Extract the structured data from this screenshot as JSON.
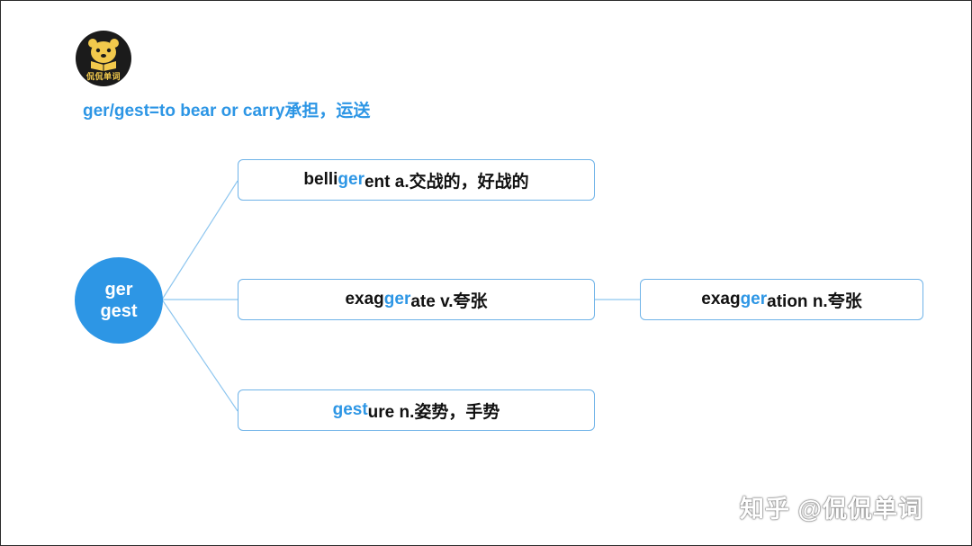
{
  "logo": {
    "text": "侃侃单词",
    "icon": "bear-reading-english-book"
  },
  "title": "ger/gest=to bear or carry承担，运送",
  "root": {
    "line1": "ger",
    "line2": "gest"
  },
  "nodes": {
    "belligerent": {
      "pre": "belli",
      "hl": "ger",
      "post": "ent a.交战的，好战的"
    },
    "exaggerate": {
      "pre": "exag",
      "hl": "ger",
      "post": "ate v.夸张"
    },
    "exaggeration": {
      "pre": "exag",
      "hl": "ger",
      "post": "ation n.夸张"
    },
    "gesture": {
      "pre": "",
      "hl": "gest",
      "post": "ure n.姿势，手势"
    }
  },
  "watermark": "知乎 @侃侃单词",
  "colors": {
    "accent": "#2d96e5",
    "border": "#6fb3e8",
    "text": "#111111"
  }
}
